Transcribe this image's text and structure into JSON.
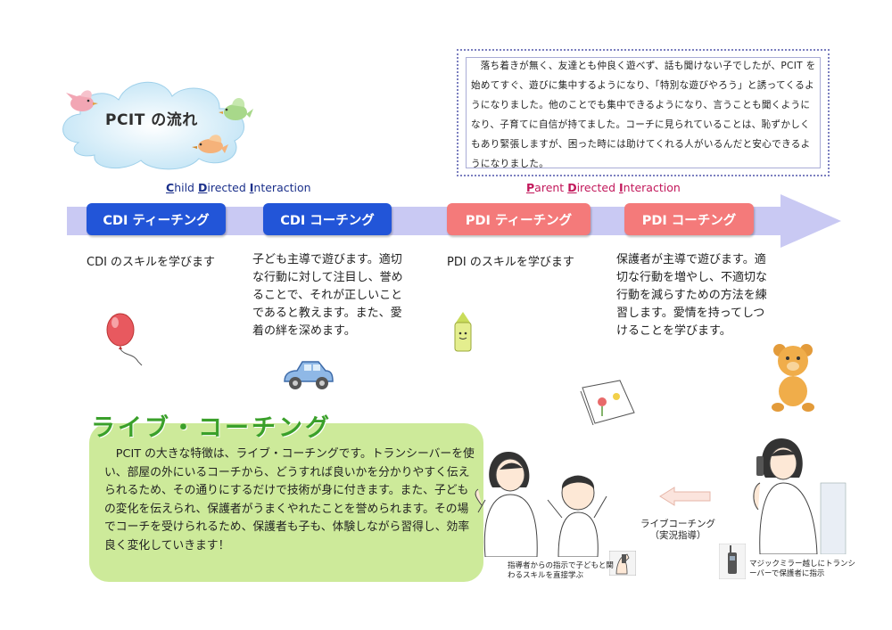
{
  "cloud": {
    "title": "PCIT の流れ"
  },
  "testimonial": {
    "text": "落ち着きが無く、友達とも仲良く遊べず、話も聞けない子でしたが、PCIT を始めてすぐ、遊びに集中するようになり、「特別な遊びやろう」と誘ってくるようになりました。他のことでも集中できるようになり、言うことも聞くようになり、子育てに自信が持てました。コーチに見られていることは、恥ずかしくもあり緊張しますが、困った時には助けてくれる人がいるんだと安心できるようになりました。"
  },
  "phases": {
    "cdi": {
      "c1": "C",
      "r1": "hild ",
      "c2": "D",
      "r2": "irected ",
      "c3": "I",
      "r3": "nteraction"
    },
    "pdi": {
      "c1": "P",
      "r1": "arent ",
      "c2": "D",
      "r2": "irected ",
      "c3": "I",
      "r3": "nteraction"
    }
  },
  "steps": [
    {
      "label": "CDI ティーチング",
      "desc": "CDI のスキルを学びます"
    },
    {
      "label": "CDI コーチング",
      "desc": "子ども主導で遊びます。適切な行動に対して注目し、誉めることで、それが正しいことであると教えます。また、愛着の絆を深めます。"
    },
    {
      "label": "PDI ティーチング",
      "desc": "PDI のスキルを学びます"
    },
    {
      "label": "PDI コーチング",
      "desc": "保護者が主導で遊びます。適切な行動を増やし、不適切な行動を減らすための方法を練習します。愛情を持ってしつけることを学びます。"
    }
  ],
  "live": {
    "title": "ライブ・コーチング",
    "text": "PCIT の大きな特徴は、ライブ・コーチングです。トランシーバーを使い、部屋の外にいるコーチから、どうすれば良いかを分かりやすく伝えられるため、その通りにするだけで技術が身に付きます。また、子どもの変化を伝えられ、保護者がうまくやれたことを誉められます。その場でコーチを受けられるため、保護者も子も、体験しながら習得し、効率良く変化していきます！",
    "coach_label_1": "ライブコーチング",
    "coach_label_2": "（実況指導）",
    "caption_left": "指導者からの指示で子どもと関わるスキルを直接学ぶ",
    "caption_right": "マジックミラー越しにトランシーバーで保護者に指示"
  },
  "colors": {
    "cdi_blue": "#2255d8",
    "pdi_pink": "#f47a7a",
    "timeline": "#c9c9f3",
    "live_green": "#cdea9a",
    "live_title": "#3aa02a"
  },
  "icons": [
    "bird-icon",
    "balloon-icon",
    "toy-car-icon",
    "crayon-icon",
    "picture-book-icon",
    "teddy-bear-icon",
    "mother-child-icon",
    "coach-phone-icon",
    "transceiver-icon",
    "left-arrow-icon"
  ]
}
